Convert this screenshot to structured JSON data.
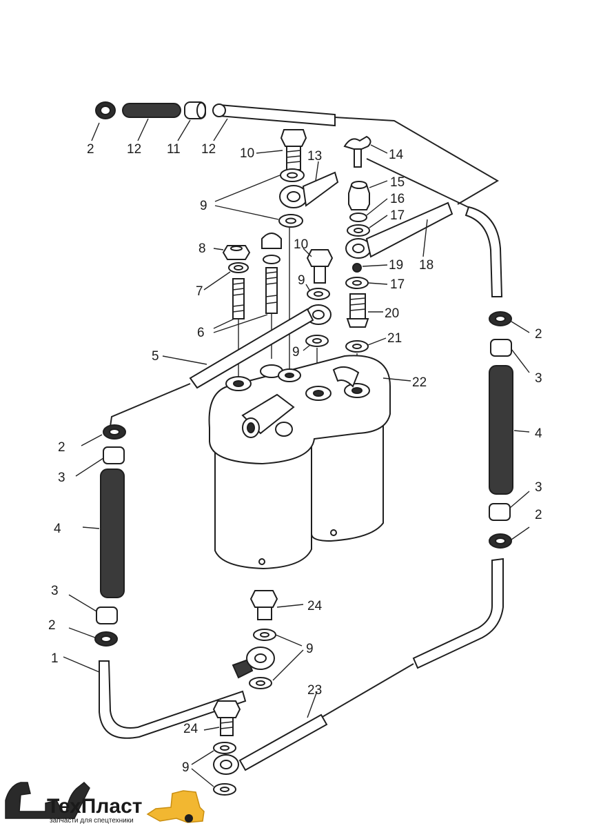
{
  "callouts": {
    "c1": "1",
    "c2a": "2",
    "c2b": "2",
    "c2c": "2",
    "c2d": "2",
    "c2e": "2",
    "c3a": "3",
    "c3b": "3",
    "c3c": "3",
    "c3d": "3",
    "c4a": "4",
    "c4b": "4",
    "c5": "5",
    "c6": "6",
    "c7": "7",
    "c8": "8",
    "c9a": "9",
    "c9b": "9",
    "c9c": "9",
    "c9d": "9",
    "c9e": "9",
    "c10a": "10",
    "c10b": "10",
    "c11": "11",
    "c12a": "12",
    "c12b": "12",
    "c13": "13",
    "c14": "14",
    "c15": "15",
    "c16": "16",
    "c17a": "17",
    "c17b": "17",
    "c18": "18",
    "c19": "19",
    "c20": "20",
    "c21": "21",
    "c22": "22",
    "c23": "23",
    "c24a": "24",
    "c24b": "24"
  },
  "logo": {
    "brand": "ТехПласт",
    "tagline": "запчасти для спецтехники"
  }
}
